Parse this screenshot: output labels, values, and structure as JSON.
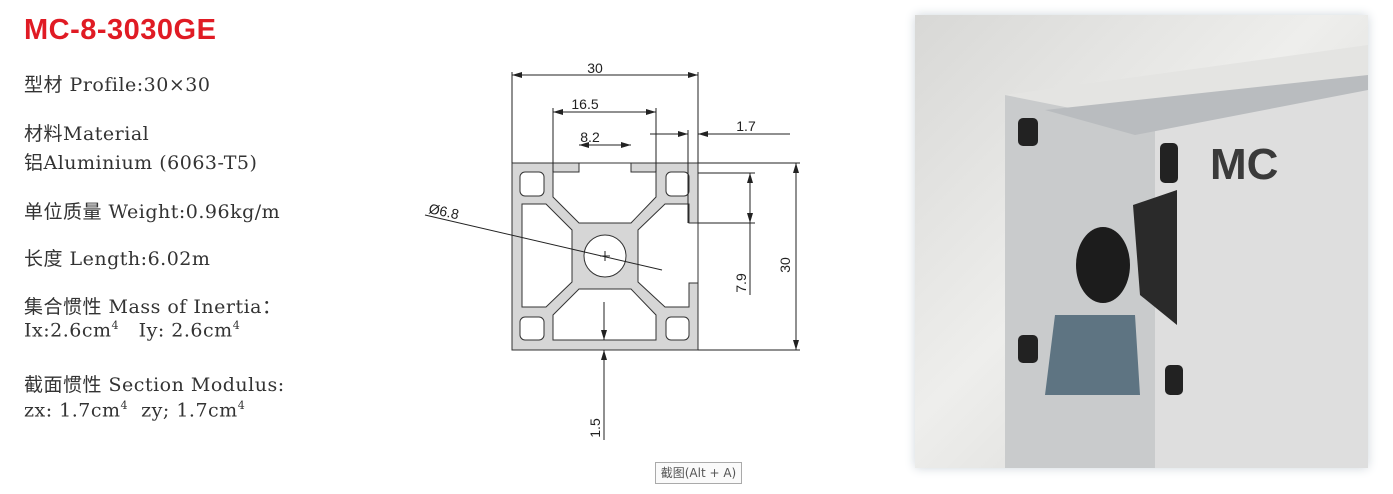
{
  "title": "MC-8-3030GE",
  "specs": {
    "profile": "型材 Profile:30×30",
    "material_label": "材料Material",
    "material_value": "铝Aluminium (6063-T5)",
    "weight": "单位质量 Weight:0.96kg/m",
    "length": "长度 Length:6.02m",
    "inertia_label": "集合惯性 Mass of Inertia：",
    "inertia_ix": "Ix:2.6cm",
    "inertia_iy": "Iy: 2.6cm",
    "modulus_label": "截面惯性 Section Modulus:",
    "modulus_zx": "zx: 1.7cm",
    "modulus_zy": "zy; 1.7cm",
    "exponent": "4"
  },
  "dimensions": {
    "width": "30",
    "slot_outer": "16.5",
    "slot_opening": "8.2",
    "wall": "1.7",
    "bore": "Ø6.8",
    "slot_depth": "7.9",
    "height": "30",
    "bottom_wall": "1.5"
  },
  "photo_label": "MC",
  "screenshot_hint": "截图(Alt + A)",
  "colors": {
    "title": "#e01b24",
    "profile_fill": "#d6d6d6"
  }
}
